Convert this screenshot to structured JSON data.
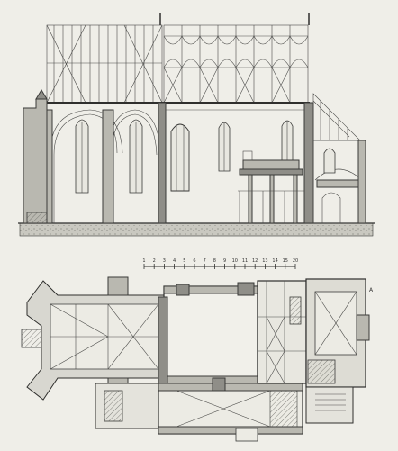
{
  "drawing": {
    "scale_bar_ticks": [
      "1",
      "2",
      "3",
      "4",
      "5",
      "6",
      "7",
      "8",
      "9",
      "10",
      "11",
      "12",
      "13",
      "14",
      "15",
      "20"
    ],
    "section_marker": "A"
  }
}
